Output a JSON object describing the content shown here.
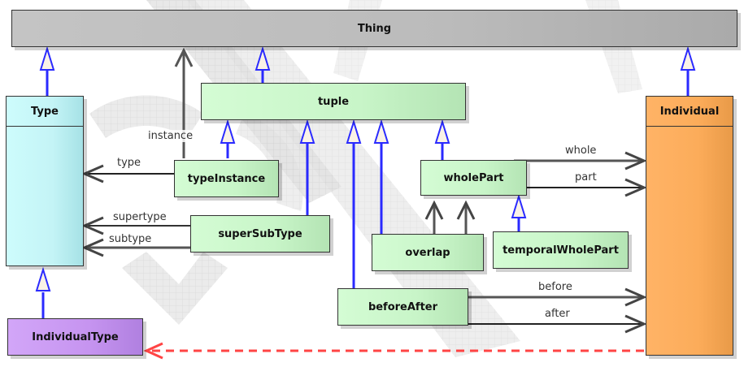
{
  "diagram": {
    "title": "Thing ontology class diagram",
    "classes": {
      "thing": "Thing",
      "type": "Type",
      "individual": "Individual",
      "individual_type": "IndividualType",
      "tuple": "tuple",
      "type_instance": "typeInstance",
      "super_sub_type": "superSubType",
      "whole_part": "wholePart",
      "overlap": "overlap",
      "temporal_whole_part": "temporalWholePart",
      "before_after": "beforeAfter"
    },
    "association_labels": {
      "instance": "instance",
      "type": "type",
      "supertype": "supertype",
      "subtype": "subtype",
      "whole": "whole",
      "part": "part",
      "before": "before",
      "after": "after"
    },
    "colors": {
      "generalization": "#2a2aff",
      "association": "#444444",
      "dependency": "#ff4444",
      "tuple_family": "#c8f5c8",
      "thing": "#bbbbbb",
      "type": "#c4f4f6",
      "individual": "#fcac5a",
      "individual_type": "#c694f0"
    }
  }
}
